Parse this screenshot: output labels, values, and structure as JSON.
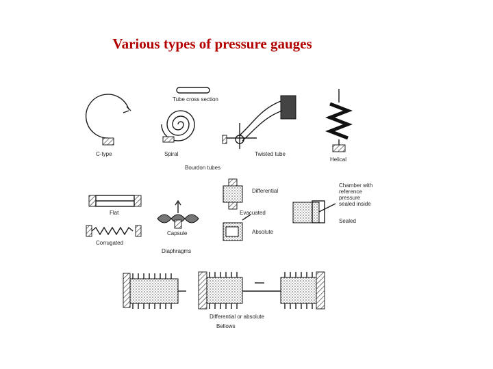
{
  "title": "Various types of pressure gauges",
  "labels": {
    "tube_cross_section": "Tube cross section",
    "c_type": "C-type",
    "spiral": "Spiral",
    "twisted_tube": "Twisted tube",
    "helical": "Helical",
    "bourdon_tubes": "Bourdon tubes",
    "flat": "Flat",
    "corrugated": "Corrugated",
    "capsule": "Capsule",
    "diaphragms": "Diaphragms",
    "differential": "Differential",
    "evacuated": "Evacuated",
    "absolute": "Absolute",
    "chamber_line1": "Chamber with",
    "chamber_line2": "reference",
    "chamber_line3": "pressure",
    "chamber_line4": "sealed inside",
    "sealed": "Sealed",
    "differential_or_absolute": "Differential or absolute",
    "bellows": "Bellows"
  }
}
